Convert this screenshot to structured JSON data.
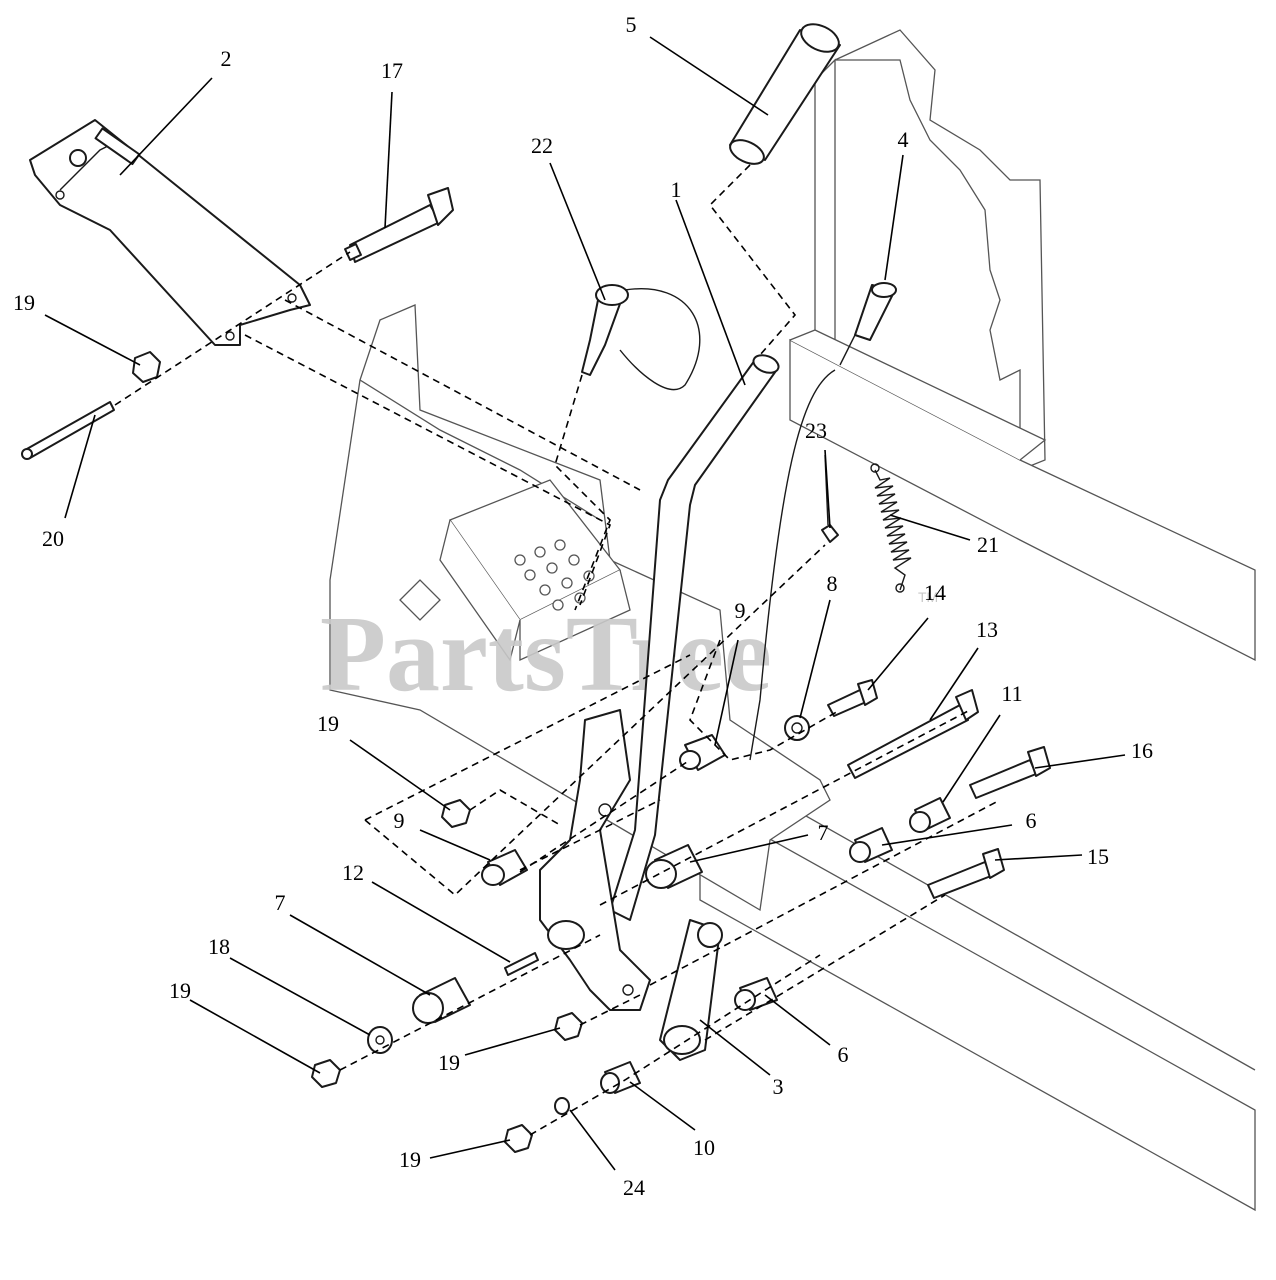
{
  "watermark": {
    "text": "PartsTree",
    "trademark": "TM"
  },
  "callouts": [
    {
      "id": "c1",
      "label": "1"
    },
    {
      "id": "c2",
      "label": "2"
    },
    {
      "id": "c3",
      "label": "3"
    },
    {
      "id": "c4",
      "label": "4"
    },
    {
      "id": "c5",
      "label": "5"
    },
    {
      "id": "c6a",
      "label": "6"
    },
    {
      "id": "c6b",
      "label": "6"
    },
    {
      "id": "c7a",
      "label": "7"
    },
    {
      "id": "c7b",
      "label": "7"
    },
    {
      "id": "c8",
      "label": "8"
    },
    {
      "id": "c9a",
      "label": "9"
    },
    {
      "id": "c9b",
      "label": "9"
    },
    {
      "id": "c10",
      "label": "10"
    },
    {
      "id": "c11",
      "label": "11"
    },
    {
      "id": "c12",
      "label": "12"
    },
    {
      "id": "c13",
      "label": "13"
    },
    {
      "id": "c14",
      "label": "14"
    },
    {
      "id": "c15",
      "label": "15"
    },
    {
      "id": "c16",
      "label": "16"
    },
    {
      "id": "c17",
      "label": "17"
    },
    {
      "id": "c18",
      "label": "18"
    },
    {
      "id": "c19a",
      "label": "19"
    },
    {
      "id": "c19b",
      "label": "19"
    },
    {
      "id": "c19c",
      "label": "19"
    },
    {
      "id": "c19d",
      "label": "19"
    },
    {
      "id": "c19e",
      "label": "19"
    },
    {
      "id": "c20",
      "label": "20"
    },
    {
      "id": "c21",
      "label": "21"
    },
    {
      "id": "c22",
      "label": "22"
    },
    {
      "id": "c23",
      "label": "23"
    },
    {
      "id": "c24",
      "label": "24"
    }
  ]
}
